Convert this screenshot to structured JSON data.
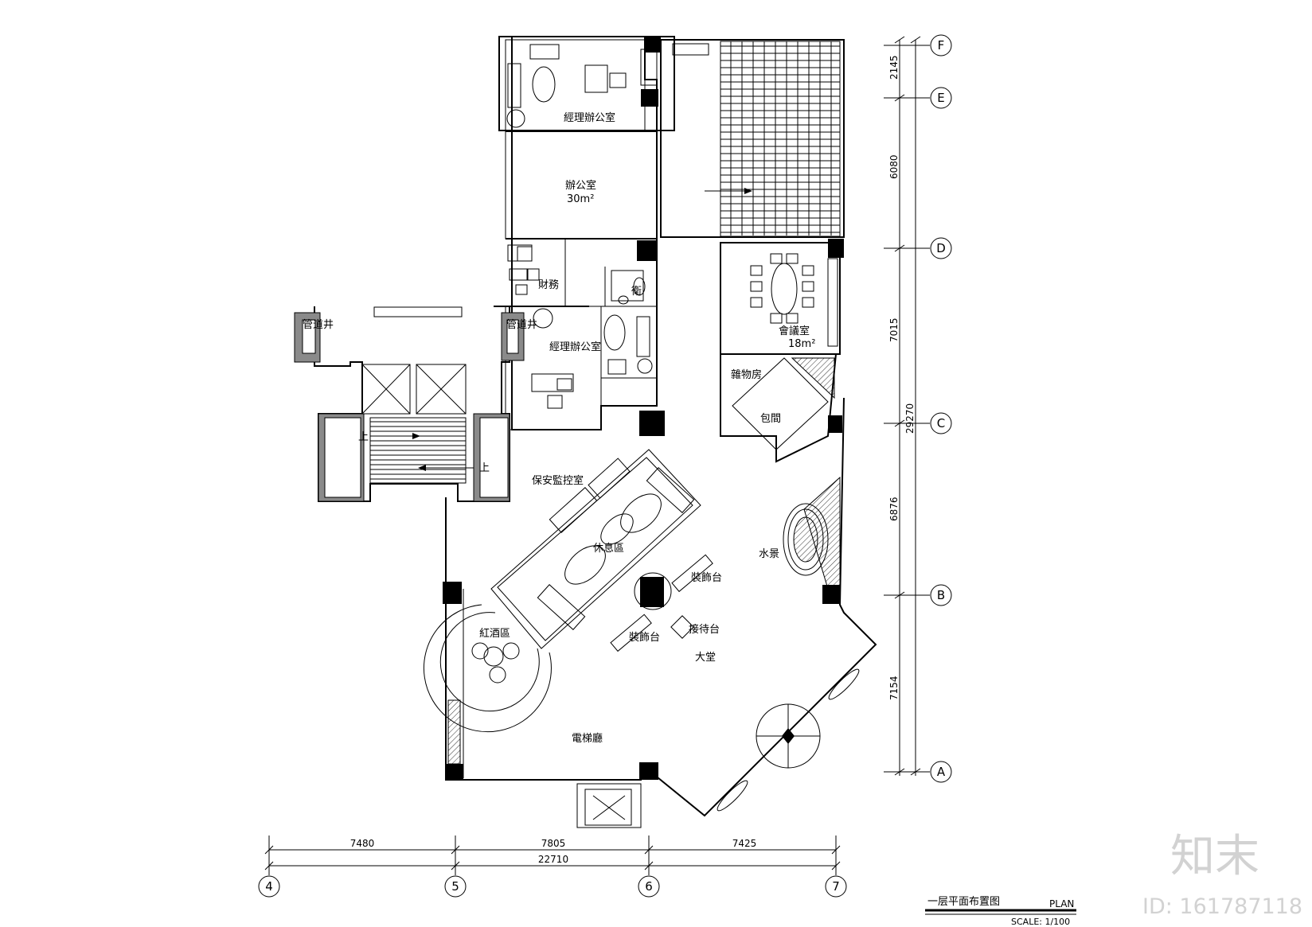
{
  "rooms": {
    "gm_office_top": "經理辦公室",
    "office": "辦公室",
    "office_area": "30m²",
    "finance": "財務",
    "wc": "衛",
    "gm_office_mid": "經理辦公室",
    "meeting": "會議室",
    "meeting_area": "18m²",
    "storage": "雜物房",
    "lounge_room": "包間",
    "security": "保安監控室",
    "rest_area": "休息區",
    "water_feature": "水景",
    "decor_1": "裝飾台",
    "decor_2": "裝飾台",
    "reception": "接待台",
    "lobby": "大堂",
    "wine_bar": "紅酒區",
    "elevator_hall": "電梯廳",
    "shaft_left": "管道井",
    "shaft_right": "管道井",
    "stair_up_1": "上",
    "stair_up_2": "上"
  },
  "dimensions": {
    "right": [
      "2145",
      "6080",
      "7015",
      "6876",
      "7154"
    ],
    "right_total": "29270",
    "bottom": [
      "7480",
      "7805",
      "7425"
    ],
    "bottom_total": "22710"
  },
  "grid": {
    "rows": [
      "F",
      "E",
      "D",
      "C",
      "B",
      "A"
    ],
    "cols": [
      "4",
      "5",
      "6",
      "7"
    ]
  },
  "title_block": {
    "title": "一层平面布置图",
    "plan": "PLAN",
    "scale": "SCALE: 1/100"
  },
  "watermark": {
    "brand": "知末",
    "id": "ID: 161787118"
  }
}
